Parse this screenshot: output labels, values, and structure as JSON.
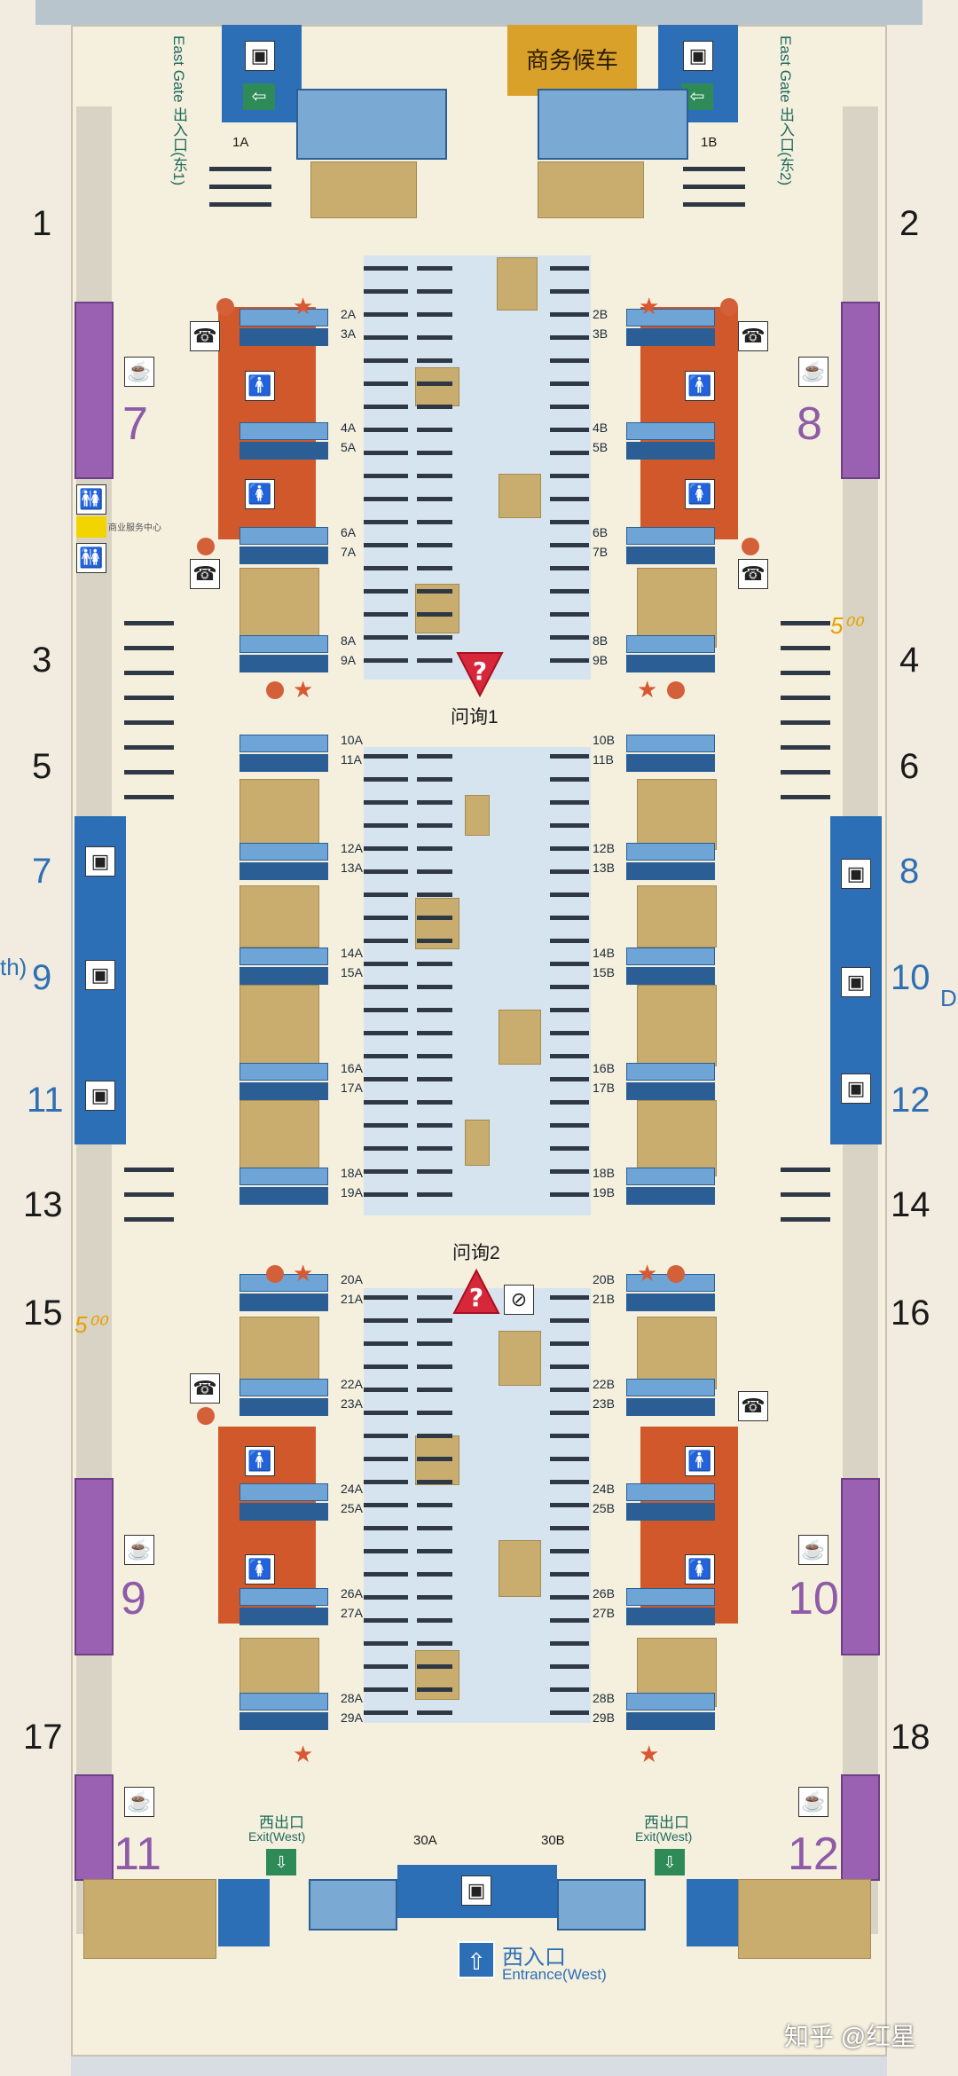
{
  "gates": {
    "east1": {
      "line1": "East Gate",
      "line2": "出入口(东1)"
    },
    "east2": {
      "line1": "East Gate",
      "line2": "出入口(东2)"
    },
    "business_waiting": "商务候车",
    "checkins": [
      "1A",
      "1B",
      "30A",
      "30B"
    ]
  },
  "platform_numbers": {
    "left": [
      "1",
      "3",
      "5",
      "13",
      "15",
      "17"
    ],
    "right": [
      "2",
      "4",
      "6",
      "14",
      "16",
      "18"
    ],
    "left_blue": [
      "7",
      "9",
      "11"
    ],
    "right_blue": [
      "8",
      "10",
      "12"
    ],
    "partial_left": "th)",
    "partial_right": "D"
  },
  "waiting_rooms": {
    "left": [
      "7",
      "9",
      "11"
    ],
    "right": [
      "8",
      "10",
      "12"
    ]
  },
  "business_center": "商业服务中心",
  "info_desks": [
    "问询1",
    "问询2"
  ],
  "gate_pairs_left": [
    "2A",
    "3A",
    "4A",
    "5A",
    "6A",
    "7A",
    "8A",
    "9A",
    "10A",
    "11A",
    "12A",
    "13A",
    "14A",
    "15A",
    "16A",
    "17A",
    "18A",
    "19A",
    "20A",
    "21A",
    "22A",
    "23A",
    "24A",
    "25A",
    "26A",
    "27A",
    "28A",
    "29A"
  ],
  "gate_pairs_right": [
    "2B",
    "3B",
    "4B",
    "5B",
    "6B",
    "7B",
    "8B",
    "9B",
    "10B",
    "11B",
    "12B",
    "13B",
    "14B",
    "15B",
    "16B",
    "17B",
    "18B",
    "19B",
    "20B",
    "21B",
    "22B",
    "23B",
    "24B",
    "25B",
    "26B",
    "27B",
    "28B",
    "29B"
  ],
  "exits": {
    "west_exit_left": {
      "cn": "西出口",
      "en": "Exit(West)"
    },
    "west_exit_right": {
      "cn": "西出口",
      "en": "Exit(West)"
    },
    "west_entrance": {
      "cn": "西入口",
      "en": "Entrance(West)"
    }
  },
  "watermark": "知乎 @红星",
  "colors": {
    "blue": "#2d6fb6",
    "purple": "#9a61b3",
    "orange": "#d1582a",
    "tan": "#c9ad6e",
    "concourse": "#d6e4ef",
    "red": "#d6283a"
  }
}
